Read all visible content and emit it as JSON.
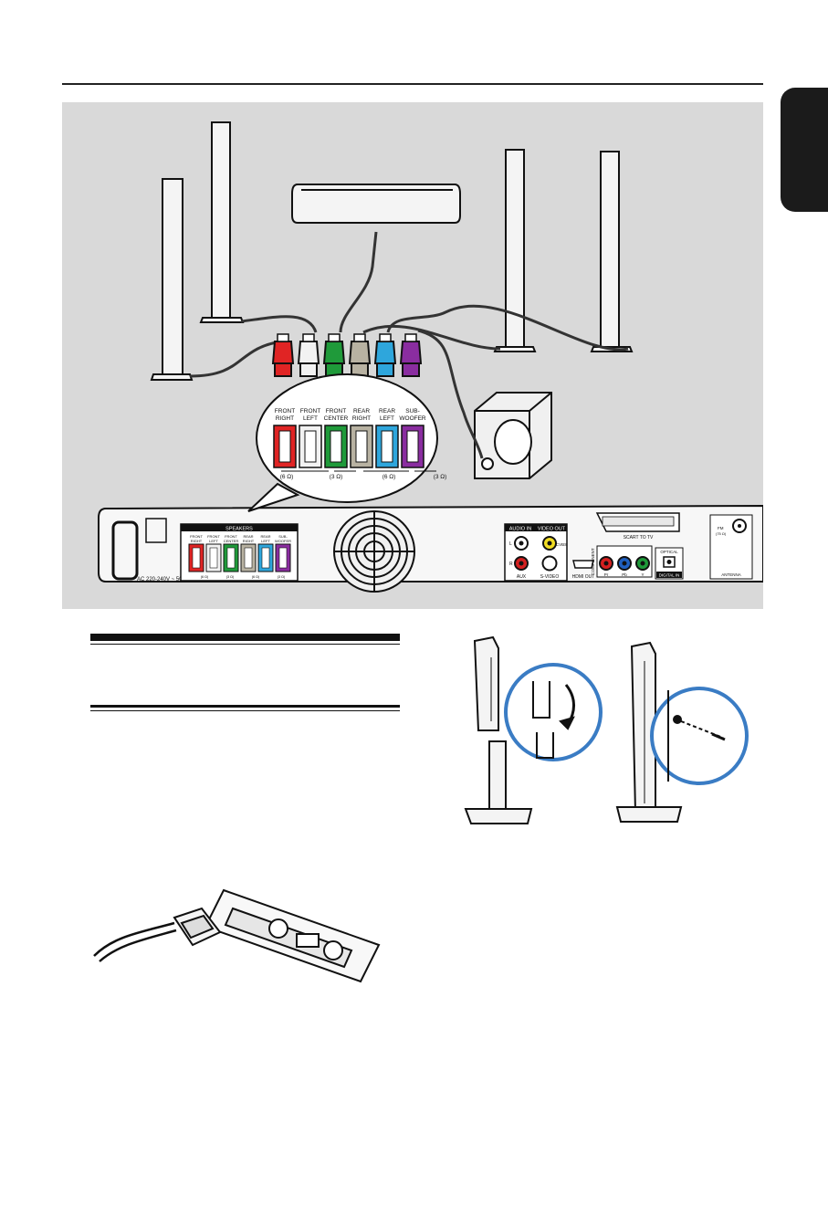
{
  "rear_panel": {
    "speakers_header": "SPEAKERS",
    "power_label": "AC 220-240V ~ 50Hz",
    "audio_in": "AUDIO IN",
    "audio_in_l": "L",
    "audio_in_r": "R",
    "aux": "AUX",
    "video_out": "VIDEO OUT",
    "cvbs": "CVBS",
    "s_video": "S-VIDEO",
    "hdmi_out": "HDMI OUT",
    "scart_to_tv": "SCART TO TV",
    "component": "COMPONENT",
    "pr": "Pr",
    "pb": "Pb",
    "y": "Y",
    "optical": "OPTICAL",
    "digital_in": "DIGITAL IN",
    "fm": "FM",
    "fm_ohm": "(75 Ω)",
    "antenna": "ANTENNA"
  },
  "speaker_terminals": [
    {
      "line1": "FRONT",
      "line2": "RIGHT",
      "color": "#e02424"
    },
    {
      "line1": "FRONT",
      "line2": "LEFT",
      "color": "#f2f2f2"
    },
    {
      "line1": "FRONT",
      "line2": "CENTER",
      "color": "#1f9a3a"
    },
    {
      "line1": "REAR",
      "line2": "RIGHT",
      "color": "#b8b2a2"
    },
    {
      "line1": "REAR",
      "line2": "LEFT",
      "color": "#2ea6dc"
    },
    {
      "line1": "SUB-",
      "line2": "WOOFER",
      "color": "#8a2da0"
    }
  ],
  "impedance_labels": [
    "(6 Ω)",
    "(3 Ω)",
    "(6 Ω)",
    "(3 Ω)"
  ],
  "colors": {
    "highlight_circle": "#3a7cc4",
    "panel_bg": "#d9d9d9",
    "tab": "#1b1b1b"
  }
}
